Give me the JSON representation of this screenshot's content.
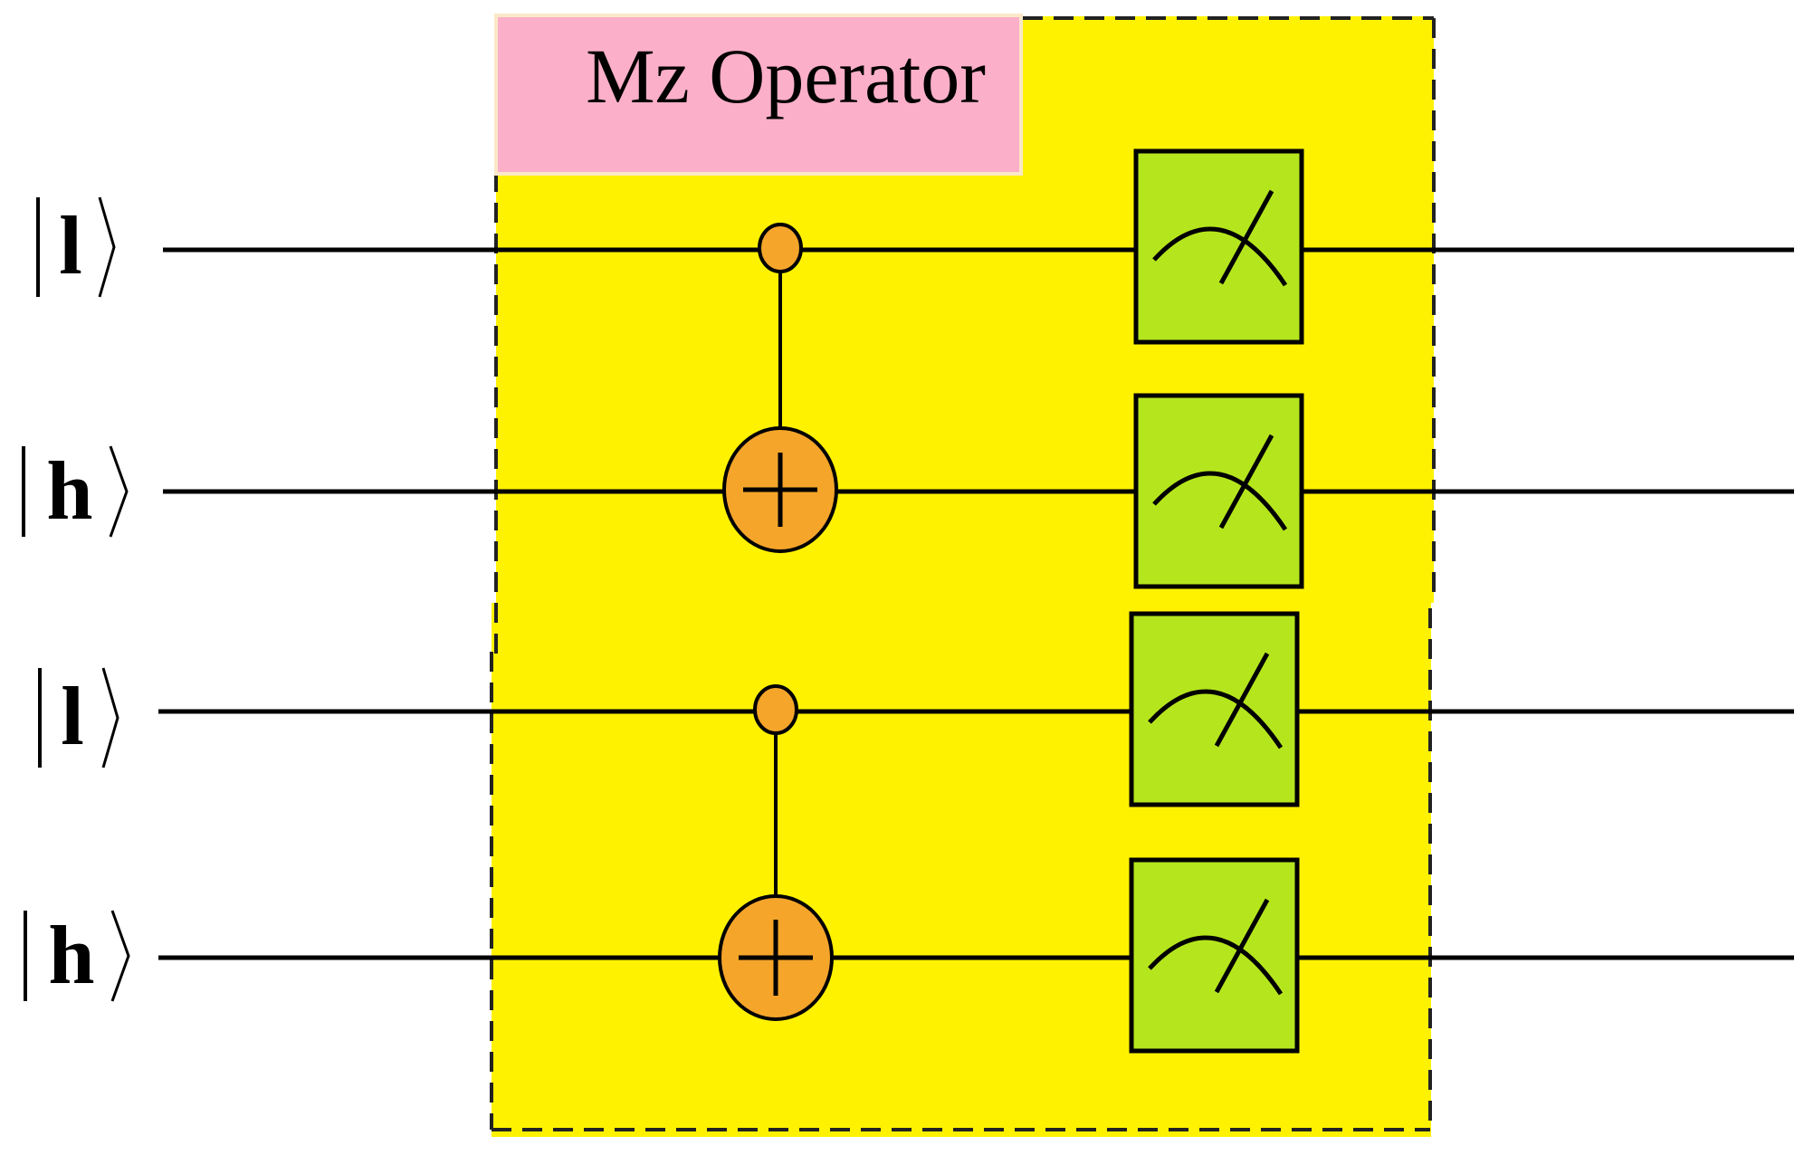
{
  "operator": {
    "title": "Mz Operator"
  },
  "qubits": [
    {
      "ket": "l"
    },
    {
      "ket": "h"
    },
    {
      "ket": "l"
    },
    {
      "ket": "h"
    }
  ],
  "gates": {
    "cnot_pairs": [
      {
        "control_qubit": 0,
        "target_qubit": 1
      },
      {
        "control_qubit": 2,
        "target_qubit": 3
      }
    ],
    "measurement_count": 4
  },
  "colors": {
    "operator_background": "#fff200",
    "title_background": "#fcafc9",
    "cnot_fill": "#f5a52a",
    "measure_fill": "#b5e61d",
    "wire": "#000000"
  }
}
